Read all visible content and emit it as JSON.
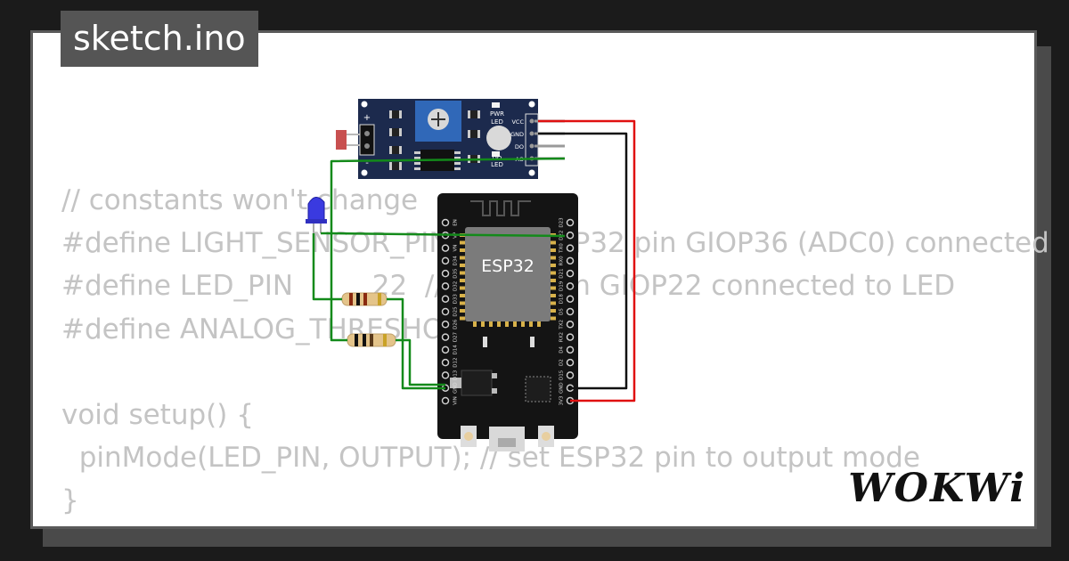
{
  "header": {
    "filename": "sketch.ino"
  },
  "code_lines": [
    "// constants won't change",
    "#define LIGHT_SENSOR_PIN  36 // ESP32 pin GIOP36 (ADC0) connected",
    "#define LED_PIN         22  // ESP32 pin GIOP22 connected to LED",
    "#define ANALOG_THRESHOLD  500",
    "",
    "void setup() {",
    "  pinMode(LED_PIN, OUTPUT); // set ESP32 pin to output mode",
    "}"
  ],
  "sensor_module": {
    "plus_label": "+",
    "minus_label": "-",
    "pwr_led_label": "PWR\nLED",
    "do_led_label": "DO\nLED",
    "pins": [
      "VCC",
      "GND",
      "DO",
      "AO"
    ]
  },
  "esp32": {
    "title": "ESP32",
    "left_pins": [
      "EN",
      "VP",
      "VN",
      "D34",
      "D35",
      "D32",
      "D33",
      "D25",
      "D26",
      "D27",
      "D14",
      "D12",
      "D13",
      "GND",
      "VIN"
    ],
    "right_pins": [
      "D23",
      "D22",
      "TX0",
      "RX0",
      "D21",
      "D19",
      "D18",
      "D5",
      "TX2",
      "RX2",
      "D4",
      "D2",
      "D15",
      "GND",
      "3V3"
    ]
  },
  "brand": {
    "logo": "WOKWi"
  },
  "colors": {
    "wire_green": "#138a1a",
    "wire_red": "#e01010",
    "wire_black": "#111111",
    "board": "#141414",
    "module": "#1c2a4d"
  }
}
